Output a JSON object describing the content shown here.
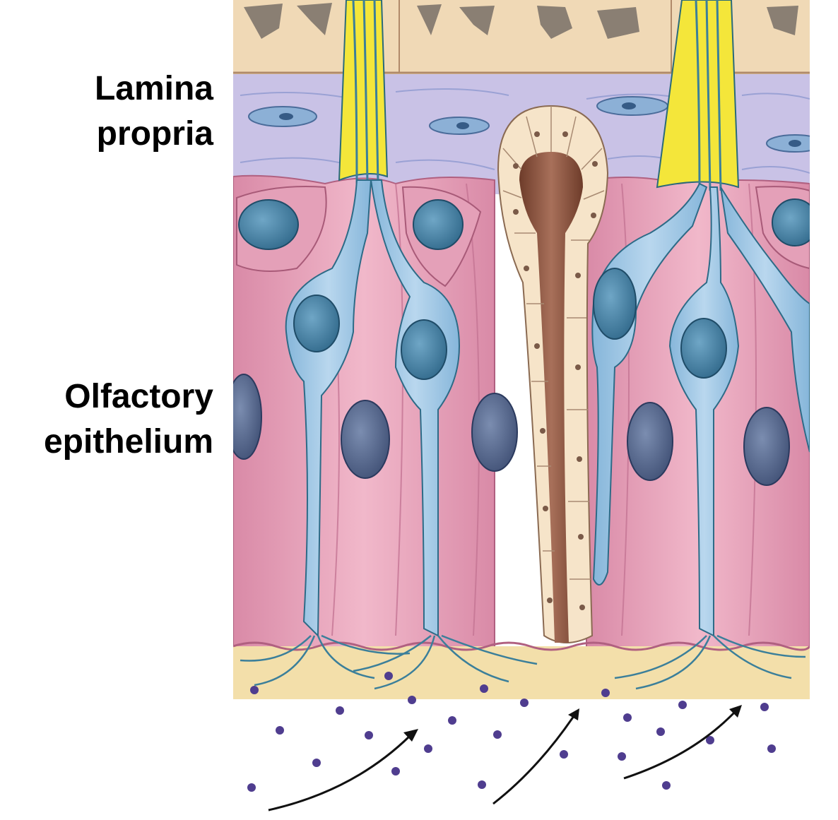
{
  "labels": {
    "lamina_line1": "Lamina",
    "lamina_line2": "propria",
    "olfactory_line1": "Olfactory",
    "olfactory_line2": "epithelium"
  },
  "colors": {
    "bone": "#f0d9b6",
    "bone_pits": "#8a7f73",
    "lamina_propria": "#c9c2e6",
    "epithelium": "#e9a6bd",
    "receptor_cells": "#9cc3e2",
    "nucleus": "#4d87a8",
    "supporting_nucleus": "#5b6f94",
    "gland": "#f6e4c9",
    "gland_lumen": "#8e5540",
    "axon_bundle": "#f4e63a",
    "mucus": "#f3dfaa",
    "odorant_dots": "#4f3d8f",
    "arrows": "#111111"
  }
}
